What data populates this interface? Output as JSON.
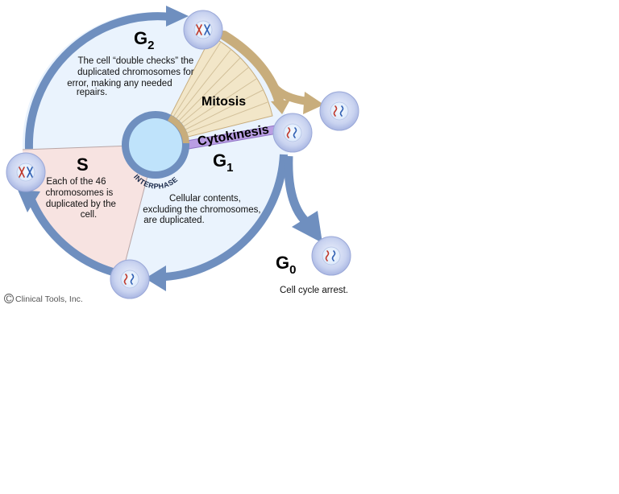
{
  "phases": {
    "g2": {
      "letter": "G",
      "sub": "2",
      "text": [
        "The cell “double checks” the",
        "duplicated chromosomes for",
        "error, making any needed",
        "repairs."
      ]
    },
    "s": {
      "letter": "S",
      "text": [
        "Each of the 46",
        "chromosomes is",
        "duplicated by the",
        "cell."
      ]
    },
    "g1": {
      "letter": "G",
      "sub": "1",
      "text": [
        "Cellular contents,",
        "excluding the chromosomes,",
        "are duplicated."
      ]
    },
    "g0": {
      "letter": "G",
      "sub": "0",
      "text": "Cell cycle arrest."
    },
    "mitosis": "Mitosis",
    "cytokinesis": "Cytokinesis",
    "interphase": "INTERPHASE"
  },
  "credit": "Clinical Tools, Inc.",
  "credit_symbol": "C",
  "colors": {
    "ring": "#6f8fbf",
    "g_region": "#eaf3fd",
    "s_region": "#f7e3e1",
    "mitosis_fan": "#f2e6c8",
    "mitosis_arrow": "#c8ad7c",
    "core": "#bfe3fb",
    "core_ring": "#6f8fbf",
    "cytokinesis_band": "#b99ee3",
    "cell_fill": "#d4dcf4",
    "cell_nucleus": "#eef5fd",
    "chromosome_red": "#c0392b",
    "chromosome_blue": "#2f5fb3"
  }
}
